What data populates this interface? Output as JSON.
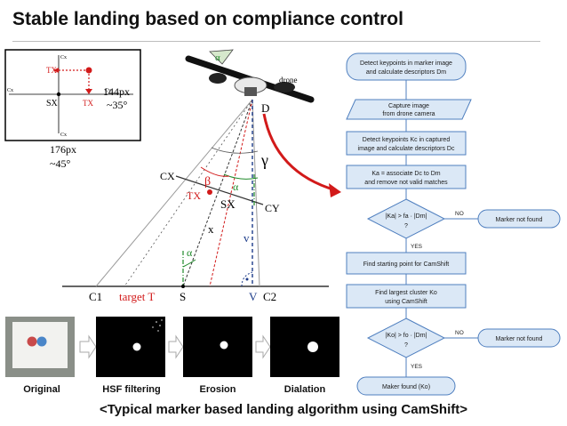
{
  "title": "Stable landing based on compliance control",
  "caption": "<Typical marker based landing algorithm using CamShift>",
  "colors": {
    "red": "#d21a1a",
    "green": "#1f8a2a",
    "blue": "#1d3c8a",
    "box_fill": "#dbe8f6",
    "box_stroke": "#4f7fbf"
  },
  "inset": {
    "labels": {
      "cx_left": "Cx",
      "cx_top": "Cx",
      "cx_bottom": "Cx",
      "cy": "Cy",
      "tx_top": "TX",
      "sx": "SX",
      "tx_right": "TX"
    },
    "w_px": "176px",
    "w_deg": "~45°",
    "h_px": "144px",
    "h_deg": "~35°"
  },
  "geometry": {
    "drone": "drone",
    "d": "D",
    "alpha_top": "α",
    "gamma": "γ",
    "cx": "CX",
    "cy": "CY",
    "beta": "β",
    "alpha_mid": "α",
    "tx": "TX",
    "sx": "SX",
    "x": "x",
    "v_small": "v",
    "alpha_low": "α",
    "c1": "C1",
    "target": "target T",
    "s": "S",
    "v": "V",
    "c2": "C2"
  },
  "pipeline": [
    {
      "id": "original",
      "label": "Original"
    },
    {
      "id": "hsf",
      "label": "HSF filtering"
    },
    {
      "id": "erosion",
      "label": "Erosion"
    },
    {
      "id": "dialation",
      "label": "Dialation"
    }
  ],
  "flowchart": {
    "b1": [
      "Detect keypoints in marker image",
      "and calculate descriptors Dm"
    ],
    "b2": [
      "Capture image",
      "from drone camera"
    ],
    "b3": [
      "Detect keypoints Kc in captured",
      "image and calculate descriptors Dc"
    ],
    "b4": [
      "Ka = associate Dc to Dm",
      "and remove not valid matches"
    ],
    "d1": [
      "|Ka| > fa · |Dm|",
      "?"
    ],
    "no1": "NO",
    "yes1": "YES",
    "nf1": "Marker not found",
    "b5": "Find starting point for CamShift",
    "b6": [
      "Find largest cluster Ko",
      "using CamShift"
    ],
    "d2": [
      "|Ko| > fo · |Dm|",
      "?"
    ],
    "no2": "NO",
    "yes2": "YES",
    "nf2": "Marker not found",
    "b7": "Maker found (Ko)"
  }
}
